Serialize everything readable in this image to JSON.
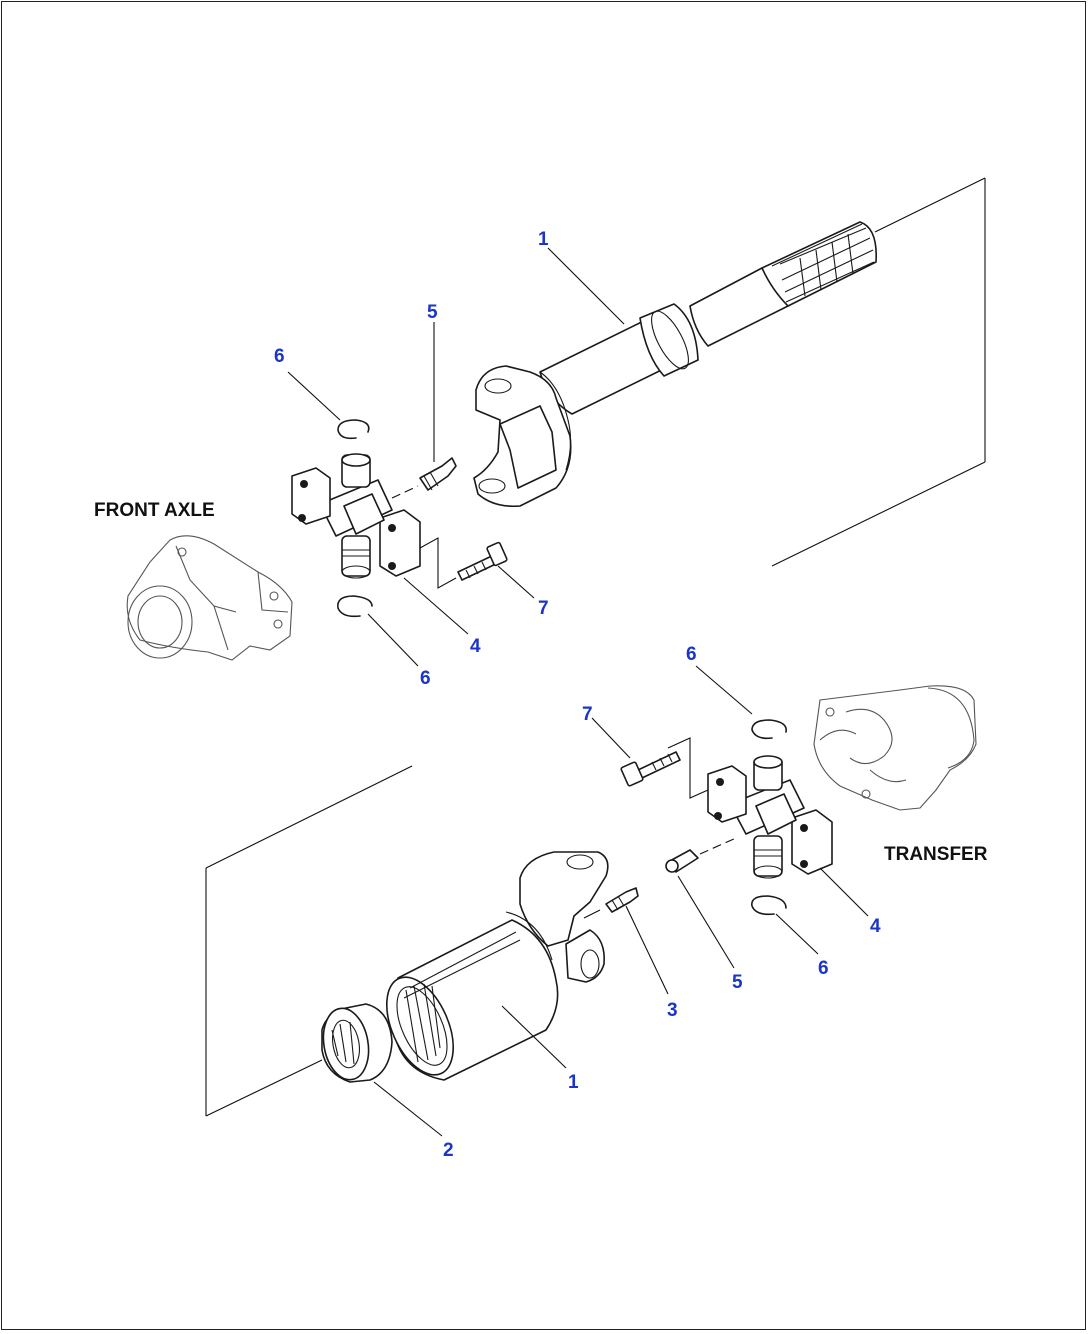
{
  "labels": {
    "front_axle": "FRONT AXLE",
    "transfer": "TRANSFER"
  },
  "callouts": {
    "top_shaft": "1",
    "top_grease_fitting": "5",
    "top_snap_ring_upper": "6",
    "top_spider": "4",
    "top_snap_ring_lower": "6",
    "top_bolt": "7",
    "bottom_snap_ring_upper": "6",
    "bottom_bolt": "7",
    "bottom_spider": "4",
    "bottom_grease_fitting": "5",
    "bottom_snap_ring_lower": "6",
    "yoke_grease_fitting": "3",
    "bottom_shaft": "1",
    "seal": "2"
  },
  "colors": {
    "callout": "#1a35c7",
    "line": "#1a1a1a"
  }
}
